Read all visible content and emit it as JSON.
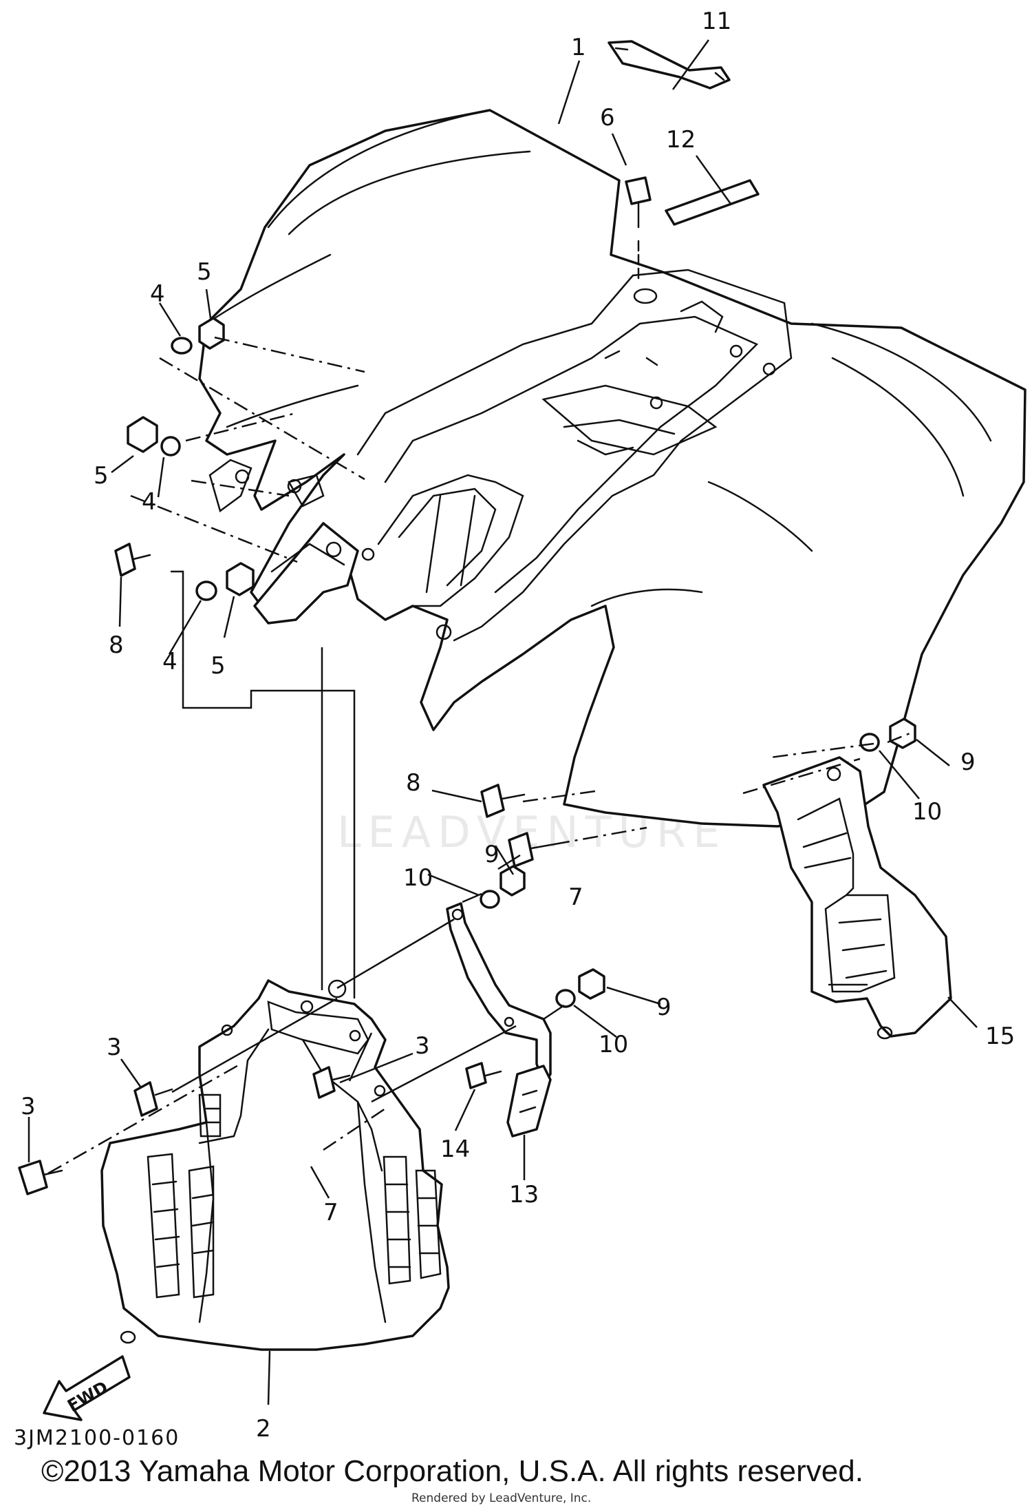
{
  "diagram": {
    "code": "3JM2100-0160",
    "copyright": "©2013 Yamaha Motor Corporation, U.S.A. All rights reserved.",
    "rendered_by": "Rendered by LeadVenture, Inc.",
    "watermark": "LEADVENTURE",
    "fwd_label": "FWD"
  },
  "callouts": {
    "c1": "1",
    "c2": "2",
    "c3a": "3",
    "c3b": "3",
    "c3c": "3",
    "c4a": "4",
    "c4b": "4",
    "c4c": "4",
    "c5a": "5",
    "c5b": "5",
    "c5c": "5",
    "c6": "6",
    "c7a": "7",
    "c7b": "7",
    "c8a": "8",
    "c8b": "8",
    "c9a": "9",
    "c9b": "9",
    "c9c": "9",
    "c10a": "10",
    "c10b": "10",
    "c10c": "10",
    "c11": "11",
    "c12": "12",
    "c13": "13",
    "c14": "14",
    "c15": "15"
  }
}
